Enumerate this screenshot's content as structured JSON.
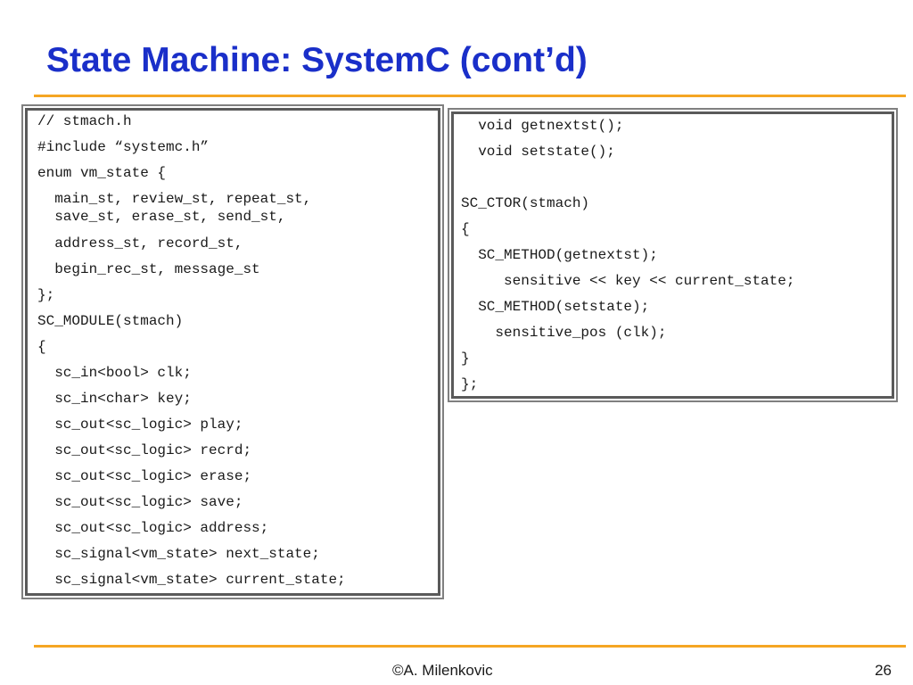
{
  "slide": {
    "title": "State Machine: SystemC (cont’d)"
  },
  "code_left": {
    "lines": [
      "// stmach.h",
      "#include “systemc.h”",
      "enum vm_state {",
      "  main_st, review_st, repeat_st,",
      "  save_st, erase_st, send_st,",
      "  address_st, record_st,",
      "  begin_rec_st, message_st",
      "};",
      "SC_MODULE(stmach)",
      "{",
      "  sc_in<bool> clk;",
      "  sc_in<char> key;",
      "  sc_out<sc_logic> play;",
      "  sc_out<sc_logic> recrd;",
      "  sc_out<sc_logic> erase;",
      "  sc_out<sc_logic> save;",
      "  sc_out<sc_logic> address;",
      "  sc_signal<vm_state> next_state;",
      "  sc_signal<vm_state> current_state;"
    ]
  },
  "code_right": {
    "lines": [
      "  void getnextst();",
      "  void setstate();",
      "",
      "SC_CTOR(stmach)",
      "{",
      "  SC_METHOD(getnextst);",
      "     sensitive << key << current_state;",
      "  SC_METHOD(setstate);",
      "    sensitive_pos (clk);",
      "}",
      "};"
    ]
  },
  "footer": {
    "author": "©A. Milenkovic",
    "page_number": "26"
  }
}
